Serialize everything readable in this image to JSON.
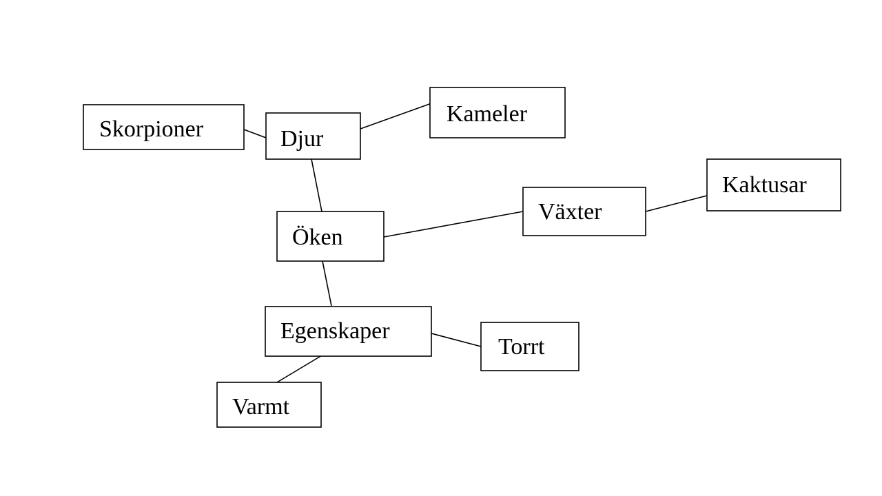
{
  "diagram": {
    "nodes": {
      "skorpioner": "Skorpioner",
      "djur": "Djur",
      "kameler": "Kameler",
      "oken": "Öken",
      "vaxter": "Växter",
      "kaktusar": "Kaktusar",
      "egenskaper": "Egenskaper",
      "torrt": "Torrt",
      "varmt": "Varmt"
    },
    "edges": [
      {
        "from": "skorpioner",
        "to": "djur"
      },
      {
        "from": "djur",
        "to": "kameler"
      },
      {
        "from": "djur",
        "to": "oken"
      },
      {
        "from": "oken",
        "to": "vaxter"
      },
      {
        "from": "vaxter",
        "to": "kaktusar"
      },
      {
        "from": "oken",
        "to": "egenskaper"
      },
      {
        "from": "egenskaper",
        "to": "torrt"
      },
      {
        "from": "egenskaper",
        "to": "varmt"
      }
    ]
  }
}
